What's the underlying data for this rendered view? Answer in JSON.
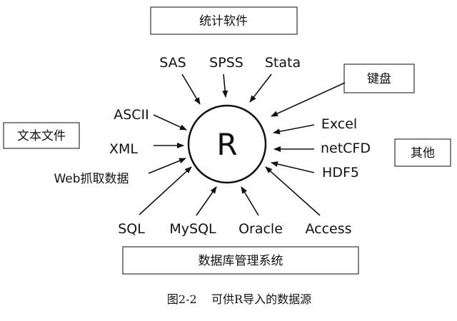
{
  "center_label": "R",
  "boxes": {
    "stats_software": "统计软件",
    "keyboard": "键盘",
    "text_file": "文本文件",
    "other": "其他",
    "database": "数据库管理系统"
  },
  "sources": {
    "sas": "SAS",
    "spss": "SPSS",
    "stata": "Stata",
    "ascii": "ASCII",
    "xml": "XML",
    "web": "Web抓取数据",
    "excel": "Excel",
    "netcfd": "netCFD",
    "hdf5": "HDF5",
    "sql": "SQL",
    "mysql": "MySQL",
    "oracle": "Oracle",
    "access": "Access"
  },
  "caption": "图2-2    可供R导入的数据源"
}
